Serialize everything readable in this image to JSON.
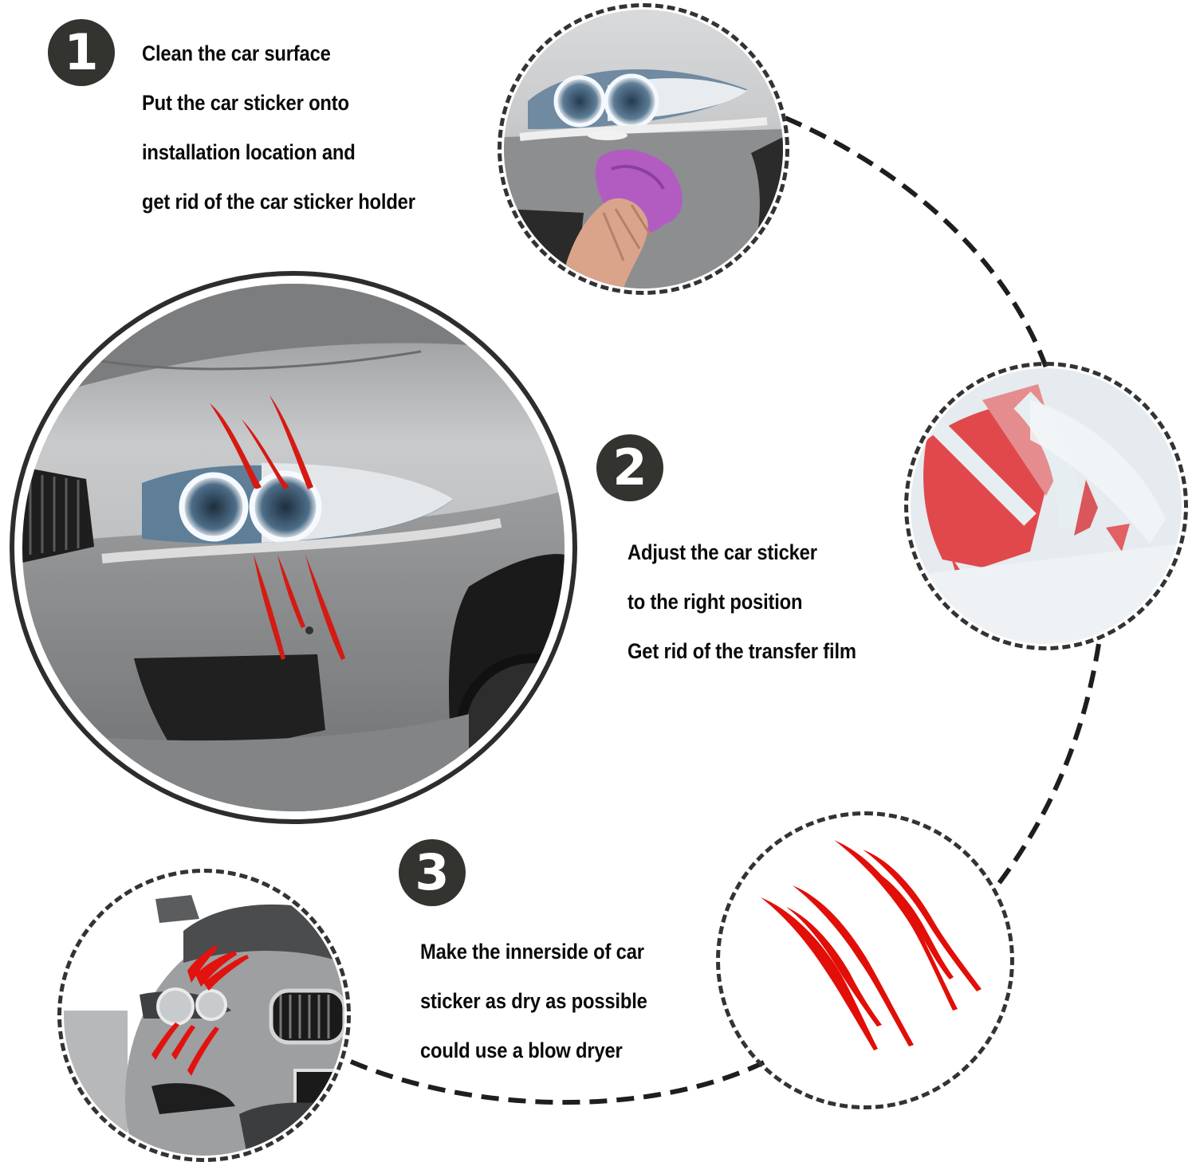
{
  "steps": [
    {
      "number": "1",
      "lines": [
        "Clean the car surface",
        "Put the car sticker onto",
        "installation location and",
        "get rid of the car sticker holder"
      ],
      "image": "hand-wiping-headlight-with-purple-cloth"
    },
    {
      "number": "2",
      "lines": [
        "Adjust the car sticker",
        "to the right position",
        "Get rid of the transfer film"
      ],
      "image": "peeling-transfer-film-from-red-sticker"
    },
    {
      "number": "3",
      "lines": [
        "Make the innerside of car",
        "sticker as dry as possible",
        "could use a blow dryer"
      ],
      "image": "car-front-with-red-claw-sticker"
    }
  ],
  "main_image": "silver-car-headlight-with-red-claw-scratch-sticker",
  "product_image": "red-claw-scratch-sticker-pair",
  "colors": {
    "badge": "#333330",
    "dashes": "#333333",
    "sticker_red": "#e0100c",
    "car_silver": "#a9abad",
    "text": "#0a0a0a"
  }
}
